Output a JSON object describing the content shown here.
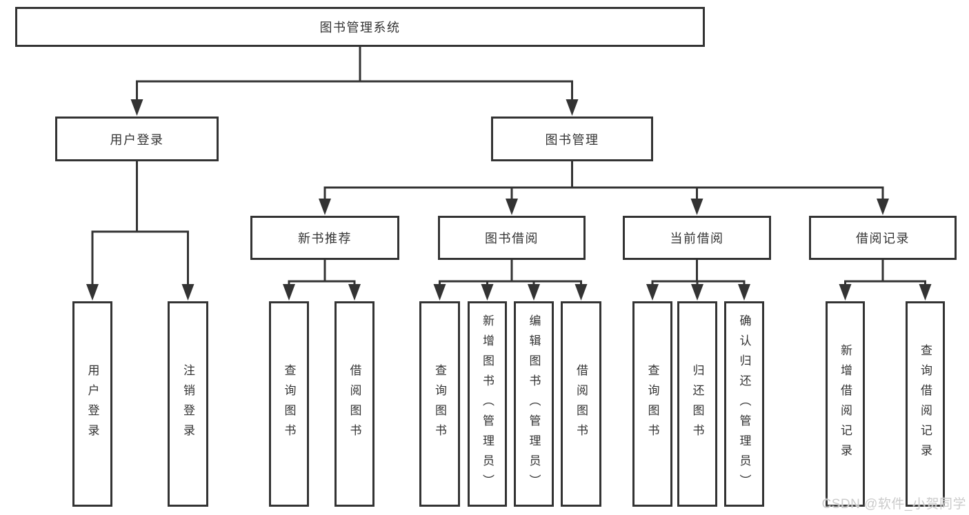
{
  "title": {
    "label": "图书管理系统"
  },
  "nodes": {
    "user_login": "用户登录",
    "book_manage": "图书管理",
    "new_book_rec": "新书推荐",
    "book_borrow": "图书借阅",
    "current_borrow": "当前借阅",
    "borrow_record": "借阅记录"
  },
  "leaves": {
    "login": [
      "用户登录",
      "注销登录"
    ],
    "rec": [
      "查询图书",
      "借阅图书"
    ],
    "borrow": [
      "查询图书",
      "新增图书（管理员）",
      "编辑图书（管理员）",
      "借阅图书"
    ],
    "current": [
      "查询图书",
      "归还图书",
      "确认归还（管理员）"
    ],
    "record": [
      "新增借阅记录",
      "查询借阅记录"
    ]
  },
  "watermark": "CSDN @软件_小贺同学",
  "colors": {
    "line": "#333333",
    "text": "#333333",
    "background": "#ffffff",
    "watermark": "#cbcbcb"
  }
}
